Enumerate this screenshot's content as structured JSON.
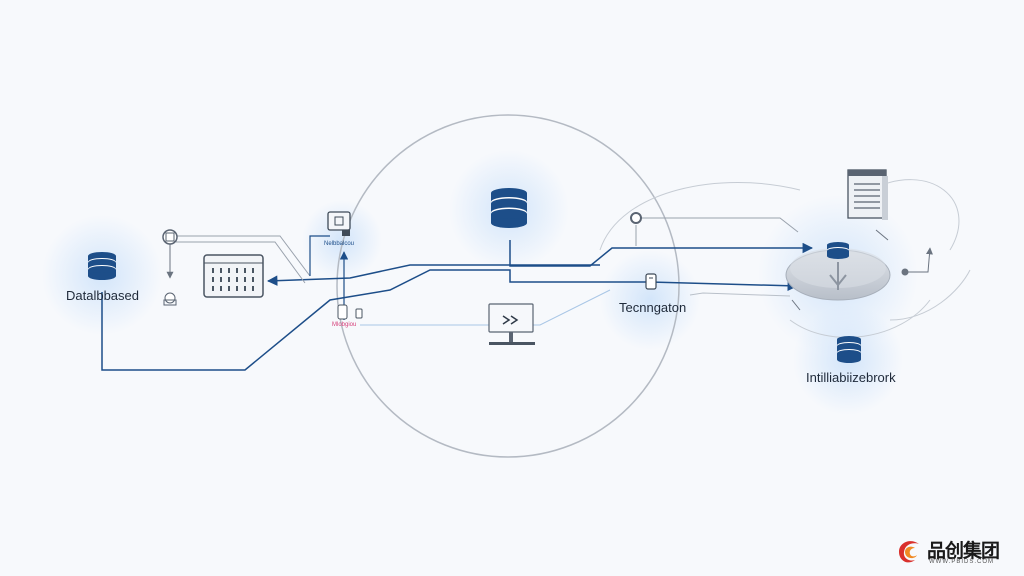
{
  "nodes": {
    "database_left": {
      "label": "Datalbbased",
      "icon": "database-icon"
    },
    "database_top": {
      "icon": "database-icon"
    },
    "calendar": {
      "icon": "calendar-grid-icon"
    },
    "small_device": {
      "label": "Nelbbalcou",
      "icon": "device-icon"
    },
    "mobile": {
      "label": "Mlobgiou",
      "icon": "mobile-icon"
    },
    "monitor": {
      "icon": "monitor-icon"
    },
    "technology": {
      "label": "Tecnngaton",
      "icon": "phone-icon"
    },
    "document": {
      "icon": "document-icon"
    },
    "hub": {
      "icon": "database-icon"
    },
    "database_right": {
      "label": "Intilliabiizebrork",
      "icon": "database-icon"
    }
  },
  "watermark": {
    "brand": "品创集团",
    "url": "WWW.PBIDS.COM"
  },
  "colors": {
    "navy": "#1d4e89",
    "line_gray": "#b9c0c9",
    "accent_pink": "#d6407a",
    "logo_red": "#d9302c",
    "logo_orange": "#f08a24"
  }
}
